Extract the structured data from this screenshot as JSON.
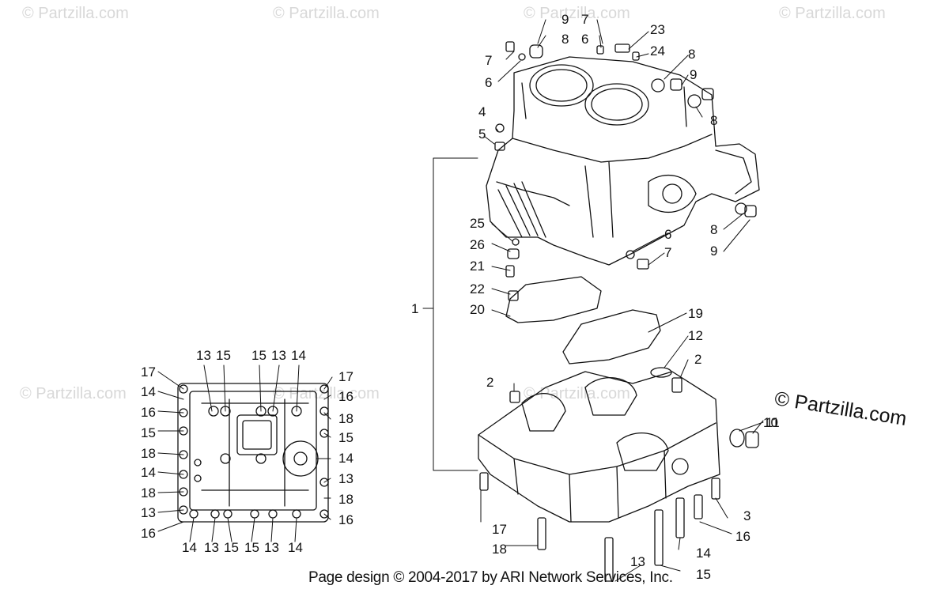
{
  "watermark": "© Partzilla.com",
  "brand_watermark": "© Partzilla.com",
  "footer": "Page design © 2004-2017 by ARI Network Services, Inc.",
  "callouts": {
    "c1": "1",
    "c2a": "2",
    "c2b": "2",
    "c3": "3",
    "c4": "4",
    "c5": "5",
    "c6a": "6",
    "c6b": "6",
    "c6c": "6",
    "c7a": "7",
    "c7b": "7",
    "c7c": "7",
    "c8a": "8",
    "c8b": "8",
    "c8c": "8",
    "c8d": "8",
    "c8e": "8",
    "c9a": "9",
    "c9b": "9",
    "c9c": "9",
    "c10": "10",
    "c11": "11",
    "c12": "12",
    "c13a": "13",
    "c14a": "14",
    "c15a": "15",
    "c16a": "16",
    "c17a": "17",
    "c18a": "18",
    "c19": "19",
    "c20": "20",
    "c21": "21",
    "c22": "22",
    "c23": "23",
    "c24": "24",
    "c25": "25",
    "c26": "26",
    "d13a": "13",
    "d15a": "15",
    "d15b": "15",
    "d13b": "13",
    "d14a": "14",
    "d17a": "17",
    "d17b": "17",
    "d14b": "14",
    "d16a": "16",
    "d16b": "16",
    "d18a": "18",
    "d15c": "15",
    "d15d": "15",
    "d18b": "18",
    "d14c": "14",
    "d14d": "14",
    "d13c": "13",
    "d18c": "18",
    "d18d": "18",
    "d13d": "13",
    "d16c": "16",
    "d16d": "16",
    "d14e": "14",
    "d13e": "13",
    "d15e": "15",
    "d15f": "15",
    "d13f": "13",
    "d14f": "14"
  }
}
